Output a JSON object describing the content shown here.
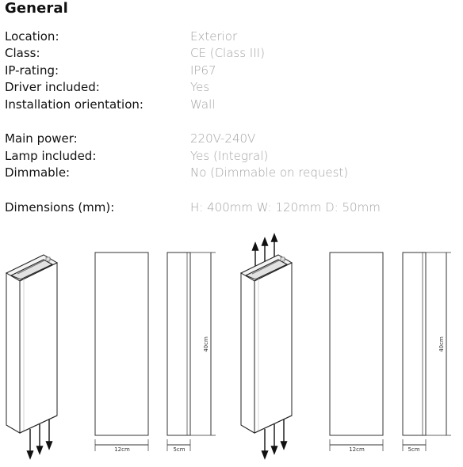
{
  "section": {
    "title": "General"
  },
  "specs": [
    {
      "label": "Location:",
      "value": "Exterior"
    },
    {
      "label": "Class:",
      "value": "CE (Class III)"
    },
    {
      "label": "IP-rating:",
      "value": "IP67"
    },
    {
      "label": "Driver included:",
      "value": "Yes"
    },
    {
      "label": "Installation orientation:",
      "value": "Wall"
    },
    {
      "label": "Main power:",
      "value": "220V-240V"
    },
    {
      "label": "Lamp included:",
      "value": "Yes (Integral)"
    },
    {
      "label": "Dimmable:",
      "value": "No (Dimmable on request)"
    },
    {
      "label": "Dimensions (mm):",
      "value": "H: 400mm W: 120mm D: 50mm"
    }
  ],
  "drawings": {
    "width_label": "12cm",
    "depth_label": "5cm",
    "height_label": "40cm"
  }
}
